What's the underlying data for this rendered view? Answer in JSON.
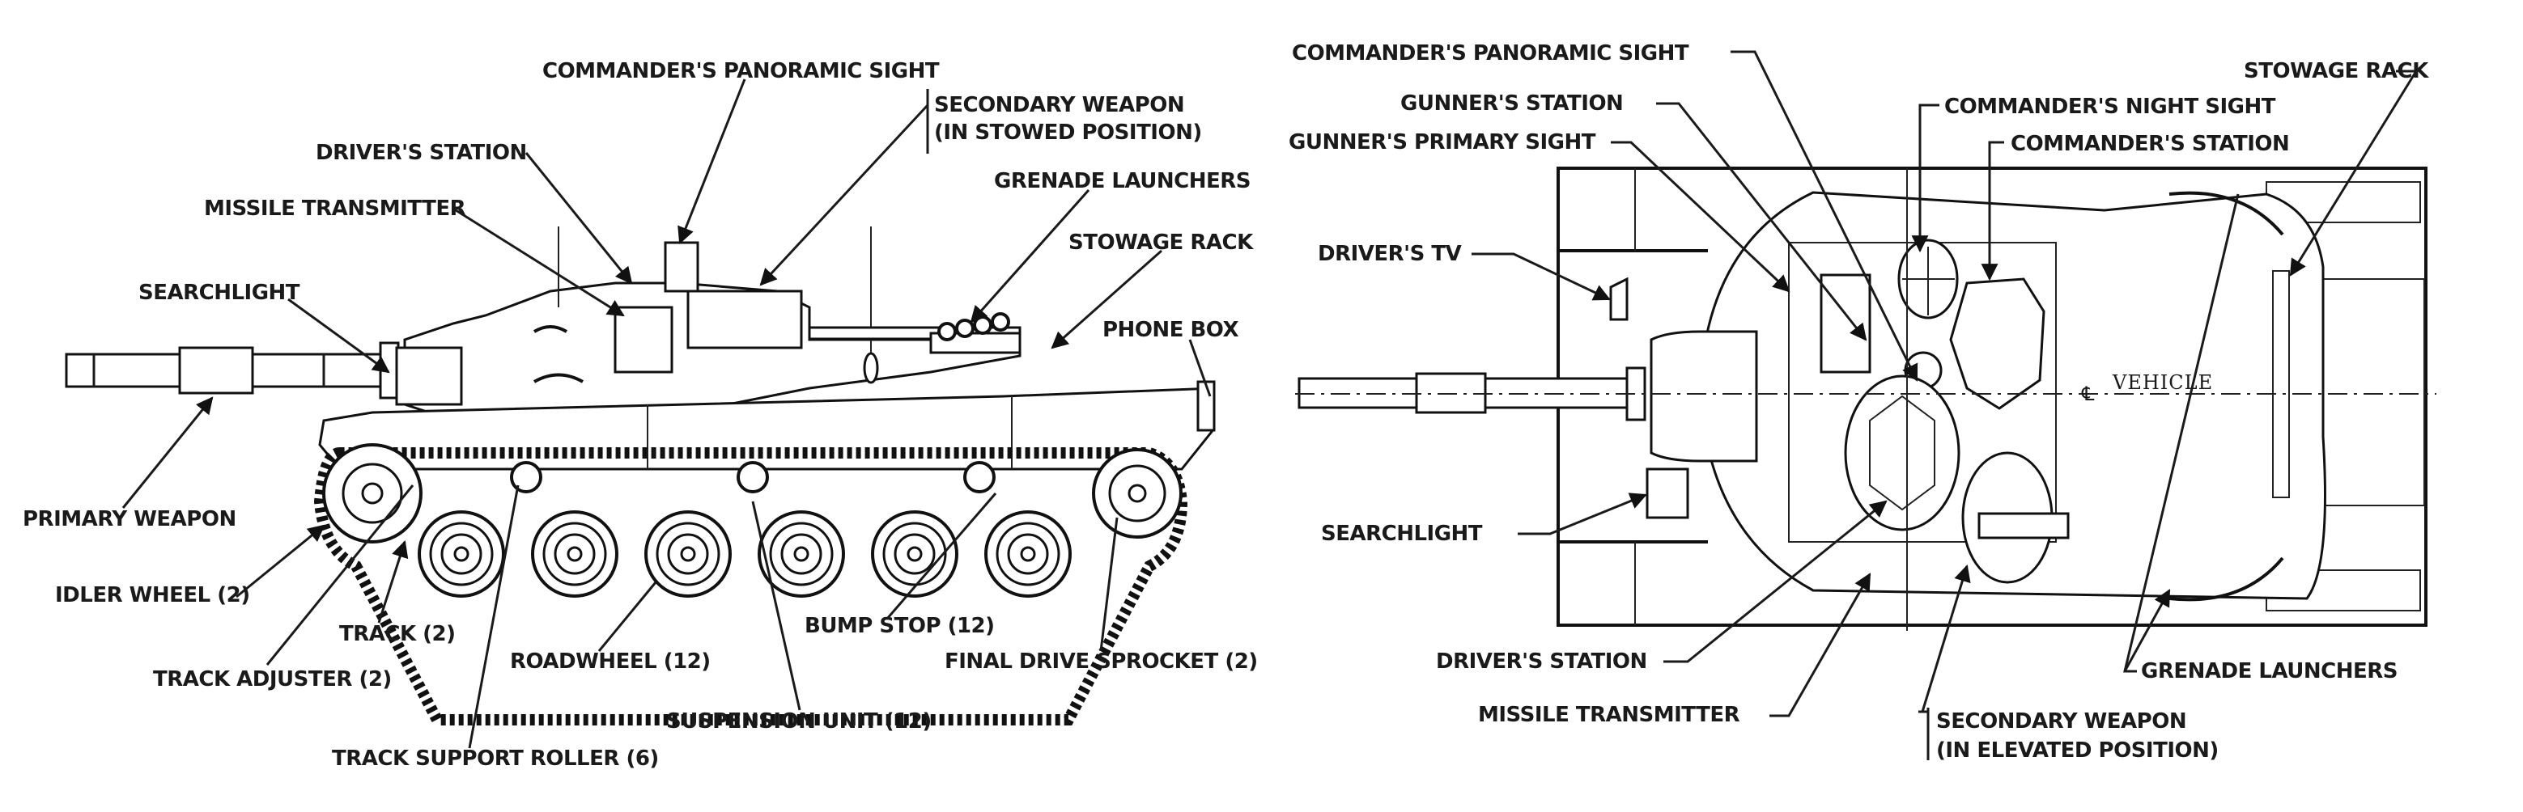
{
  "side_view": {
    "labels": {
      "commanders_panoramic_sight": "COMMANDER'S PANORAMIC SIGHT",
      "secondary_weapon": "SECONDARY WEAPON",
      "secondary_weapon_note": "(IN STOWED POSITION)",
      "drivers_station": "DRIVER'S STATION",
      "grenade_launchers": "GRENADE LAUNCHERS",
      "missile_transmitter": "MISSILE TRANSMITTER",
      "stowage_rack": "STOWAGE RACK",
      "searchlight": "SEARCHLIGHT",
      "phone_box": "PHONE BOX",
      "primary_weapon": "PRIMARY WEAPON",
      "idler_wheel": "IDLER WHEEL (2)",
      "track": "TRACK (2)",
      "bump_stop": "BUMP STOP (12)",
      "roadwheel": "ROADWHEEL (12)",
      "final_drive_sprocket": "FINAL DRIVE SPROCKET (2)",
      "track_adjuster": "TRACK ADJUSTER (2)",
      "suspension_unit": "SUSPENSION UNIT (12)",
      "track_support_roller": "TRACK SUPPORT ROLLER (6)"
    }
  },
  "top_view": {
    "labels": {
      "commanders_panoramic_sight": "COMMANDER'S PANORAMIC SIGHT",
      "stowage_rack": "STOWAGE RACK",
      "gunners_station": "GUNNER'S STATION",
      "commanders_night_sight": "COMMANDER'S NIGHT SIGHT",
      "gunners_primary_sight": "GUNNER'S PRIMARY SIGHT",
      "commanders_station": "COMMANDER'S STATION",
      "drivers_tv": "DRIVER'S TV",
      "vehicle_centerline": "VEHICLE",
      "centerline_symbol": "℄",
      "searchlight": "SEARCHLIGHT",
      "drivers_station": "DRIVER'S STATION",
      "grenade_launchers": "GRENADE LAUNCHERS",
      "missile_transmitter": "MISSILE TRANSMITTER",
      "secondary_weapon": "SECONDARY WEAPON",
      "secondary_weapon_note": "(IN ELEVATED POSITION)"
    }
  }
}
